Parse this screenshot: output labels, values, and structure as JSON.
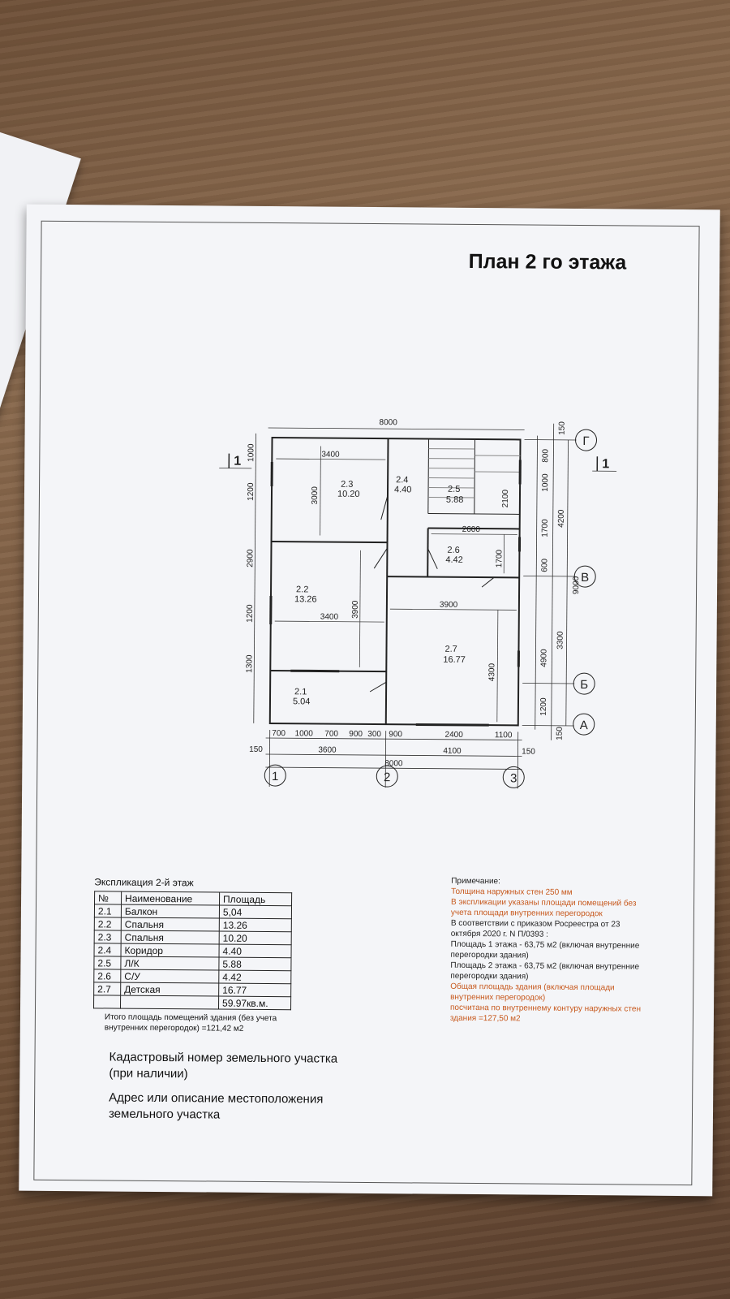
{
  "title": "План 2 го этажа",
  "plan": {
    "section_marks": [
      "1",
      "1"
    ],
    "axes_letters": [
      "Г",
      "В",
      "Б",
      "А"
    ],
    "axes_numbers": [
      "1",
      "2",
      "3"
    ],
    "dims_top": [
      "8000"
    ],
    "dims_bottom_row1": [
      "700",
      "1000",
      "700",
      "900",
      "300",
      "900",
      "2400",
      "1100"
    ],
    "dims_bottom_row2": [
      "150",
      "3600",
      "4100",
      "150"
    ],
    "dims_bottom_row3": [
      "8000"
    ],
    "dims_left": [
      "1000",
      "1200",
      "2900",
      "1200",
      "1300"
    ],
    "dims_right_col1": [
      "800",
      "1000",
      "1700",
      "600",
      "4900",
      "1200"
    ],
    "dims_right_col2": [
      "150",
      "4200",
      "3300",
      "150"
    ],
    "dims_right_total": "9000",
    "dims_inner": {
      "r23_w": "3400",
      "r23_h": "3000",
      "r22_w": "3400",
      "r22_h": "3900",
      "r26_w": "2600",
      "r26_h": "1700",
      "r27_w": "3900",
      "r27_h": "4300",
      "stair": "2100"
    },
    "rooms": [
      {
        "num": "2.1",
        "area": "5.04"
      },
      {
        "num": "2.2",
        "area": "13.26"
      },
      {
        "num": "2.3",
        "area": "10.20"
      },
      {
        "num": "2.4",
        "area": "4.40"
      },
      {
        "num": "2.5",
        "area": "5.88"
      },
      {
        "num": "2.6",
        "area": "4.42"
      },
      {
        "num": "2.7",
        "area": "16.77"
      }
    ]
  },
  "explication": {
    "title": "Экспликация 2-й этаж",
    "headers": [
      "№",
      "Наименование",
      "Площадь"
    ],
    "rows": [
      [
        "2.1",
        "Балкон",
        "5,04"
      ],
      [
        "2.2",
        "Спальня",
        "13.26"
      ],
      [
        "2.3",
        "Спальня",
        "10.20"
      ],
      [
        "2.4",
        "Коридор",
        "4.40"
      ],
      [
        "2.5",
        "Л/К",
        "5.88"
      ],
      [
        "2.6",
        "С/У",
        "4.42"
      ],
      [
        "2.7",
        "Детская",
        "16.77"
      ]
    ],
    "total": "59.97кв.м.",
    "total_note": "Итого площадь помещений здания (без учета внутренних перегородок) =121,42 м2"
  },
  "cadastral": {
    "line1": "Кадастровый номер земельного участка (при наличии)",
    "line2": "Адрес или описание местоположения земельного участка"
  },
  "note": {
    "header": "Примечание:",
    "l1": "Толщина наружных стен 250 мм",
    "l2": "В экспликации указаны площади помещений без учета площади внутренних перегородок",
    "l3": "В соответствии с приказом Росреестра от 23 октября 2020 г. N П/0393 :",
    "l4": "Площадь 1 этажа - 63,75 м2 (включая внутренние перегородки здания)",
    "l5": "Площадь 2 этажа - 63,75 м2 (включая внутренние перегородки здания)",
    "l6": "Общая площадь здания (включая площади внутренних перегородок)",
    "l7": "посчитана по внутреннему контуру наружных стен здания =127,50 м2"
  },
  "colors": {
    "note_orange": "#c7581c",
    "paper": "#f4f5f8",
    "table_fill": "#ffffff"
  }
}
